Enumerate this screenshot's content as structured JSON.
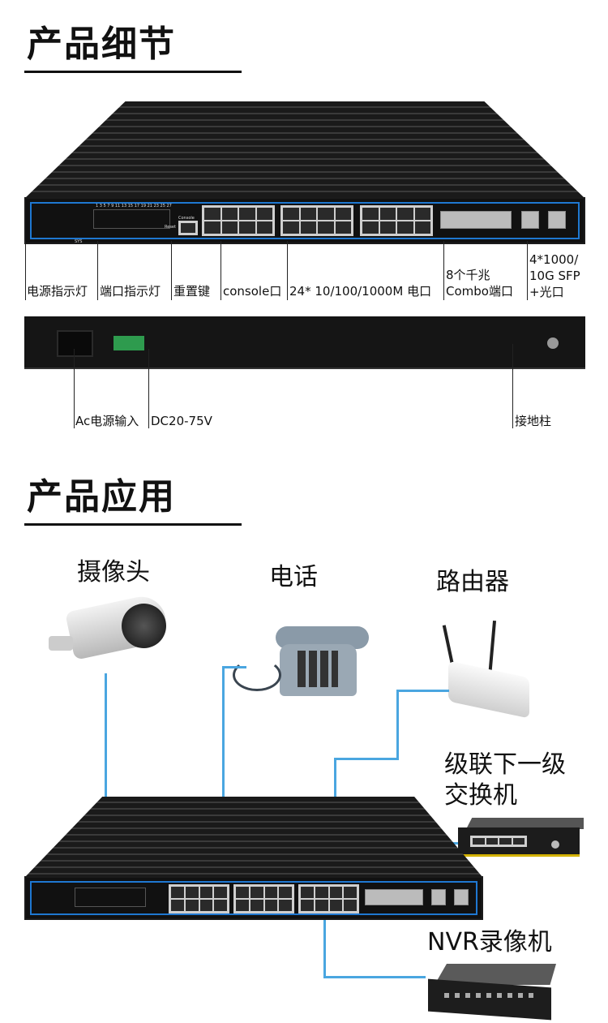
{
  "section1": {
    "title": "产品细节"
  },
  "front_labels": [
    "电源指示灯",
    "端口指示灯",
    "重置键",
    "console口",
    "24* 10/100/1000M 电口",
    "8个千兆\nCombo端口",
    "4*1000/\n10G SFP\n+光口"
  ],
  "rear_labels": [
    "Ac电源输入",
    "DC20-75V",
    "接地柱"
  ],
  "panel_text": {
    "console": "Console",
    "reset": "Reset",
    "sys": "SYS"
  },
  "section2": {
    "title": "产品应用"
  },
  "devices": {
    "camera": "摄像头",
    "phone": "电话",
    "router": "路由器",
    "cascade": "级联下一级\n交换机",
    "nvr": "NVR录像机"
  },
  "colors": {
    "link": "#4aa6e0",
    "panel_border": "#1f78d1"
  }
}
